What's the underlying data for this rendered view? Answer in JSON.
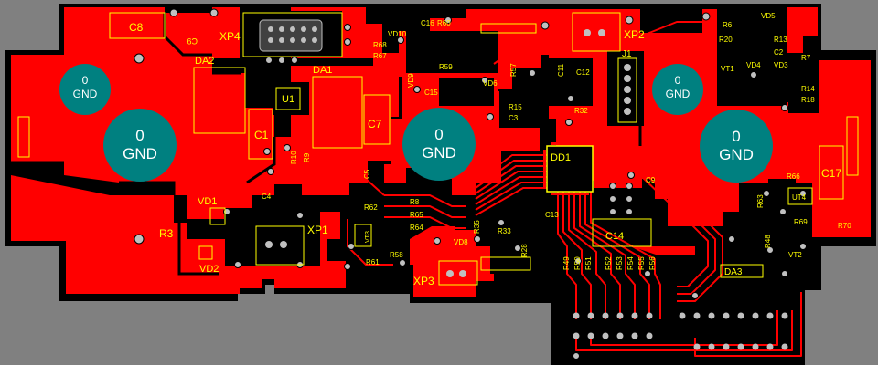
{
  "colors": {
    "background": "#808080",
    "copper": "#ff0000",
    "board": "#000000",
    "silkscreen": "#ffff00",
    "mounting_pad": "#008080",
    "via": "#c0c0c0"
  },
  "mounting_holes": [
    {
      "net": "0",
      "label": "GND"
    },
    {
      "net": "0",
      "label": "GND"
    },
    {
      "net": "0",
      "label": "GND"
    },
    {
      "net": "0",
      "label": "GND"
    },
    {
      "net": "0",
      "label": "GND"
    }
  ],
  "designators": {
    "C8": "C8",
    "XP4": "XP4",
    "C9_mirror": "C9",
    "DA2": "DA2",
    "DA1": "DA1",
    "U1": "U1",
    "C1": "C1",
    "C7": "C7",
    "VD10": "VD10",
    "C16": "C16",
    "R60": "R60",
    "R68": "R68",
    "R67": "R67",
    "R59": "R59",
    "VD9": "VD9",
    "C15": "C15",
    "VD6": "VD6",
    "R57": "R57",
    "R15": "R15",
    "C3": "C3",
    "C11": "C11",
    "C12": "C12",
    "J1": "J1",
    "R32": "R32",
    "XP2": "XP2",
    "R6": "R6",
    "R20": "R20",
    "VD5": "VD5",
    "R13": "R13",
    "C2": "C2",
    "R7": "R7",
    "VT1": "VT1",
    "VD4": "VD4",
    "VD3": "VD3",
    "R14": "R14",
    "R18": "R18",
    "R10": "R10",
    "R9": "R9",
    "C4": "C4",
    "C5": "C5",
    "VD1": "VD1",
    "R3": "R3",
    "VD2": "VD2",
    "XP1": "XP1",
    "R62": "R62",
    "R8": "R8",
    "R65": "R65",
    "R64": "R64",
    "VT3": "VT3",
    "R58": "R58",
    "R61": "R61",
    "DD1": "DD1",
    "C9": "C9",
    "C13": "C13",
    "C14": "C14",
    "R35": "R35",
    "R33": "R33",
    "VD8": "VD8",
    "R28": "R28",
    "XP3": "XP3",
    "R49": "R49",
    "R50": "R50",
    "R51": "R51",
    "R52": "R52",
    "R53": "R53",
    "R54": "R54",
    "R55": "R55",
    "R56": "R56",
    "DA3": "DA3",
    "R66": "R66",
    "C17": "C17",
    "R63": "R63",
    "UT4": "UT4",
    "R69": "R69",
    "R70": "R70",
    "R48": "R48",
    "VT2": "VT2"
  }
}
